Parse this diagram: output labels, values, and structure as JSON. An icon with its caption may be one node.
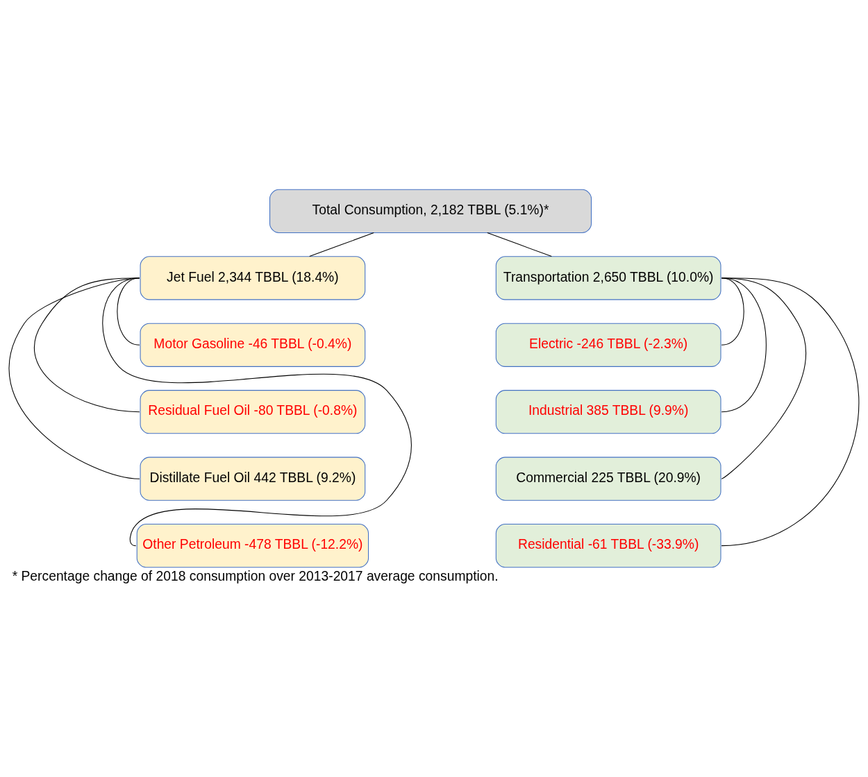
{
  "diagram": {
    "caption": "* Percentage change of 2018 consumption over 2013-2017 average consumption.",
    "nodes": [
      {
        "text": [
          "Total Consumption, 2,182 TBBL (5.1%)*"
        ]
      },
      {
        "text": [
          "Jet Fuel 2,344 TBBL (18.4%)"
        ]
      },
      {
        "text": [
          "Motor Gasoline -46 TBBL (-0.4%)"
        ]
      },
      {
        "text": [
          "Residual Fuel Oil -80 TBBL (-0.8%)"
        ]
      },
      {
        "text": [
          "Distillate Fuel Oil 442 TBBL (9.2%)"
        ]
      },
      {
        "text": [
          "Other Petroleum -478 TBBL (-12.2%)"
        ]
      },
      {
        "text": [
          "Transportation 2,650 TBBL (10.0%)"
        ]
      },
      {
        "text": [
          "Electric -246 TBBL (-2.3%)"
        ]
      },
      {
        "text": [
          "Industrial 385 TBBL (9.9%)"
        ]
      },
      {
        "text": [
          "Commercial 225 TBBL (20.9%)"
        ]
      },
      {
        "text": [
          "Residential -61 TBBL (-33.9%)"
        ]
      }
    ],
    "edges": [
      {
        "from": 0,
        "to": 1,
        "arrow": "none"
      },
      {
        "from": 0,
        "to": 6,
        "arrow": "none"
      },
      {
        "from": 1,
        "to": 2,
        "arrow": "none"
      },
      {
        "from": 1,
        "to": 3,
        "arrow": "none"
      },
      {
        "from": 1,
        "to": 4,
        "arrow": "none"
      },
      {
        "from": 1,
        "to": 5,
        "arrow": "none"
      },
      {
        "from": 6,
        "to": 7,
        "arrow": "none"
      },
      {
        "from": 6,
        "to": 8,
        "arrow": "none"
      },
      {
        "from": 6,
        "to": 9,
        "arrow": "none"
      },
      {
        "from": 6,
        "to": 10,
        "arrow": "none"
      }
    ]
  }
}
